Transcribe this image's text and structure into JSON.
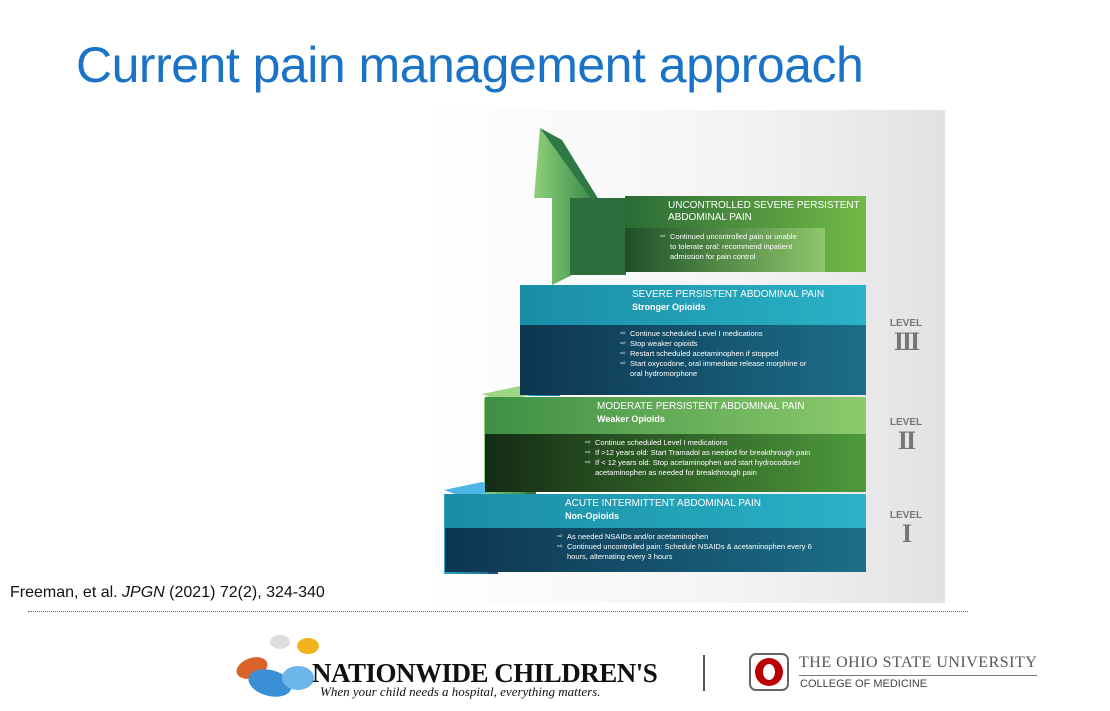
{
  "title": "Current pain management approach",
  "figure": {
    "bands": [
      {
        "heading": "UNCONTROLLED SEVERE PERSISTENT ABDOMINAL PAIN",
        "subheading": "",
        "bullets": [
          "Continued uncontrolled pain or unable to tolerate oral: recommend inpatient admission for pain control"
        ]
      },
      {
        "heading": "SEVERE PERSISTENT ABDOMINAL PAIN",
        "subheading": "Stronger Opioids",
        "bullets": [
          "Continue scheduled Level I medications",
          "Stop weaker opioids",
          "Restart scheduled acetaminophen if stopped",
          "Start oxycodone, oral immediate release morphine or oral hydromorphone"
        ]
      },
      {
        "heading": "MODERATE PERSISTENT ABDOMINAL PAIN",
        "subheading": "Weaker Opioids",
        "bullets": [
          "Continue scheduled Level I medications",
          "If >12 years old: Start Tramadol as needed for breakthrough pain",
          "If < 12 years old: Stop acetaminophen and start hydrocodone/ acetaminophen as needed for breakthrough pain"
        ]
      },
      {
        "heading": "ACUTE INTERMITTENT ABDOMINAL PAIN",
        "subheading": "Non-Opioids",
        "bullets": [
          "As needed NSAIDs and/or acetaminophen",
          "Continued uncontrolled pain: Schedule NSAIDs & acetaminophen every 6 hours, alternating every 3 hours"
        ]
      }
    ],
    "levels": [
      {
        "word": "LEVEL",
        "num": "III"
      },
      {
        "word": "LEVEL",
        "num": "II"
      },
      {
        "word": "LEVEL",
        "num": "I"
      }
    ]
  },
  "citation": {
    "authors": "Freeman, et al. ",
    "journal": "JPGN",
    "rest": " (2021) 72(2), 324-340"
  },
  "footer": {
    "nch_name": "NATIONWIDE CHILDREN'S",
    "nch_tagline": "When your child needs a hospital, everything matters.",
    "osu_name": "THE OHIO STATE UNIVERSITY",
    "osu_college": "COLLEGE OF MEDICINE"
  }
}
